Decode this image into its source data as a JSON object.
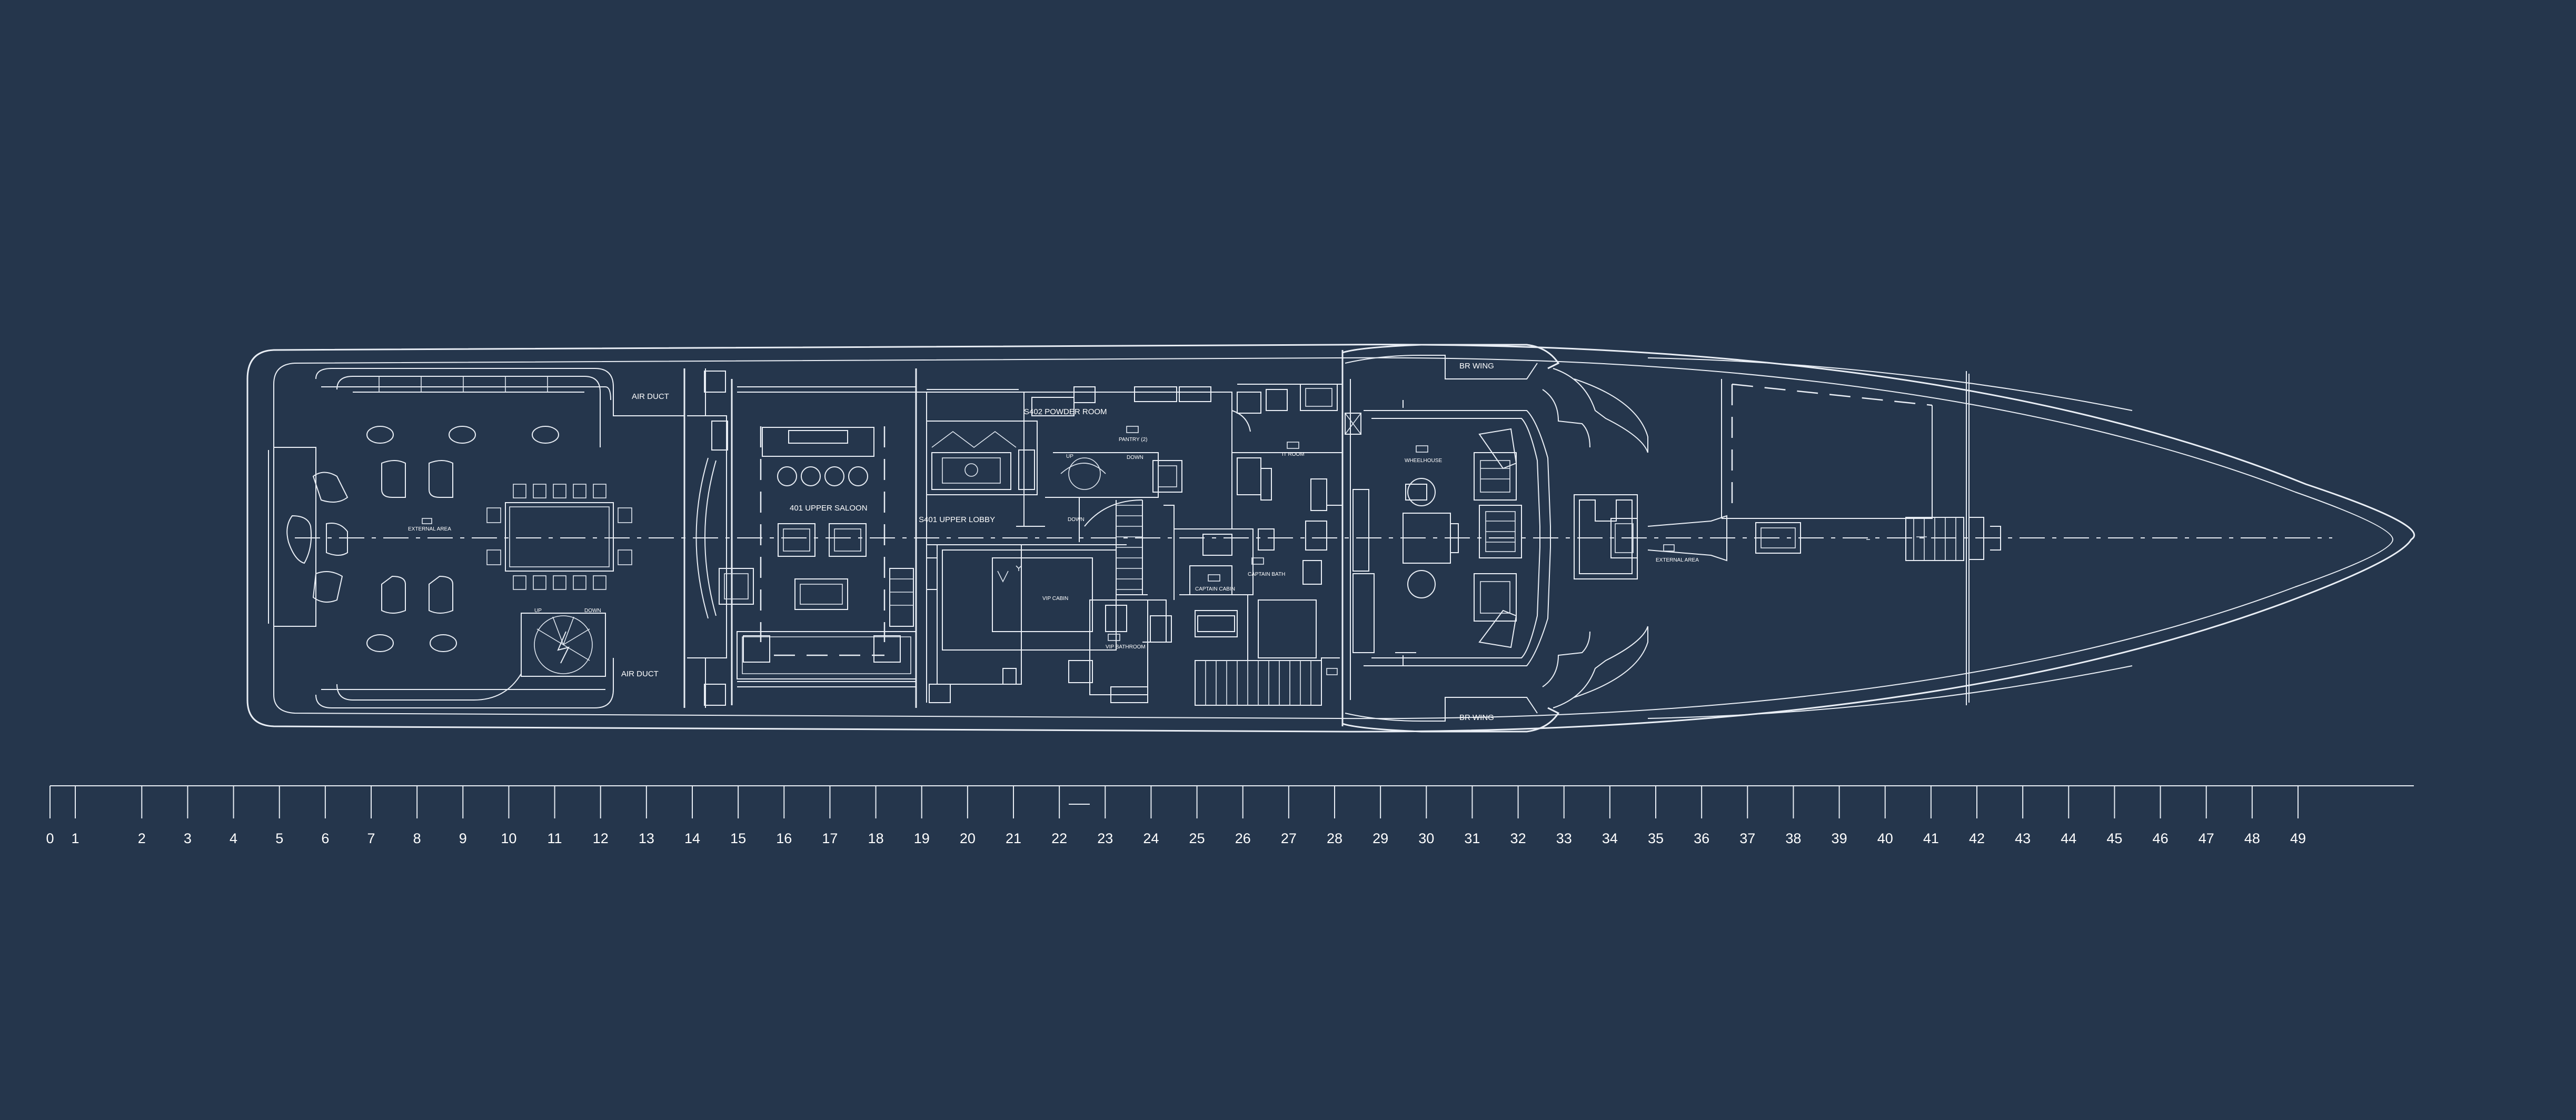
{
  "plan": {
    "labels": {
      "air_duct_top": "AIR DUCT",
      "air_duct_bottom": "AIR DUCT",
      "external_area_aft": "EXTERNAL AREA",
      "upper_saloon": "401 UPPER SALOON",
      "upper_lobby": "S401 UPPER LOBBY",
      "powder_room": "S402 POWDER ROOM",
      "pantry": "PANTRY (2)",
      "vip_cabin": "VIP CABIN",
      "vip_bathroom": "VIP BATHROOM",
      "captain_cabin": "CAPTAIN CABIN",
      "captain_bath": "CAPTAIN BATH",
      "it_room": "IT ROOM",
      "wheelhouse": "WHEELHOUSE",
      "br_wing_top": "BR WING",
      "br_wing_bottom": "BR WING",
      "external_area_fwd": "EXTERNAL AREA",
      "stair_up_aft": "UP",
      "stair_down_aft": "DOWN",
      "stair_up_mid": "UP",
      "stair_down_mid": "DOWN",
      "down_lobby": "DOWN"
    }
  },
  "scale": {
    "ticks": [
      "0",
      "1",
      "2",
      "3",
      "4",
      "5",
      "6",
      "7",
      "8",
      "9",
      "10",
      "11",
      "12",
      "13",
      "14",
      "15",
      "16",
      "17",
      "18",
      "19",
      "20",
      "21",
      "22",
      "23",
      "24",
      "25",
      "26",
      "27",
      "28",
      "29",
      "30",
      "31",
      "32",
      "33",
      "34",
      "35",
      "36",
      "37",
      "38",
      "39",
      "40",
      "41",
      "42",
      "43",
      "44",
      "45",
      "46",
      "47",
      "48",
      "49"
    ]
  },
  "colors": {
    "background": "#25364c",
    "line": "#e9eef5"
  }
}
